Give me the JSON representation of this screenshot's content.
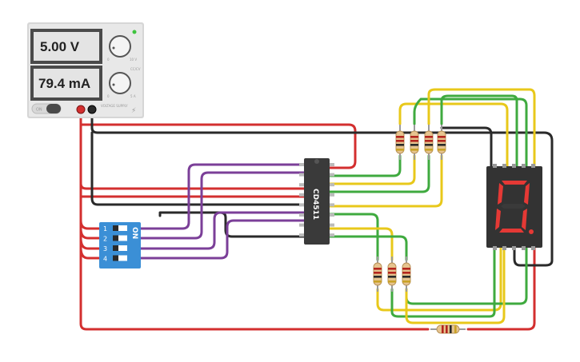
{
  "power_supply": {
    "voltage_display": "5.00 V",
    "current_display": "79.4 mA",
    "on_label": "ON",
    "brand_label": "VOLTAGE SUPPLY",
    "voltage_scale_min": "0",
    "voltage_scale_max": "10 V",
    "current_scale_min": "0",
    "current_scale_max": "5 A",
    "current_scale_top": "CC/CV"
  },
  "ic": {
    "label": "CD4511"
  },
  "dip_switch": {
    "on_label": "ON",
    "numbers": [
      "1",
      "2",
      "3",
      "4"
    ]
  },
  "display": {
    "digit_shown": "0",
    "dot_lit": true
  },
  "colors": {
    "wire_red": "#d32f2f",
    "wire_black": "#2a2a2a",
    "wire_purple": "#7b3f98",
    "wire_green": "#3faa3f",
    "wire_yellow": "#e8c81a",
    "segment_lit": "#e53935",
    "segment_off": "#3a3a3a",
    "dip_blue": "#3b8fd6"
  }
}
